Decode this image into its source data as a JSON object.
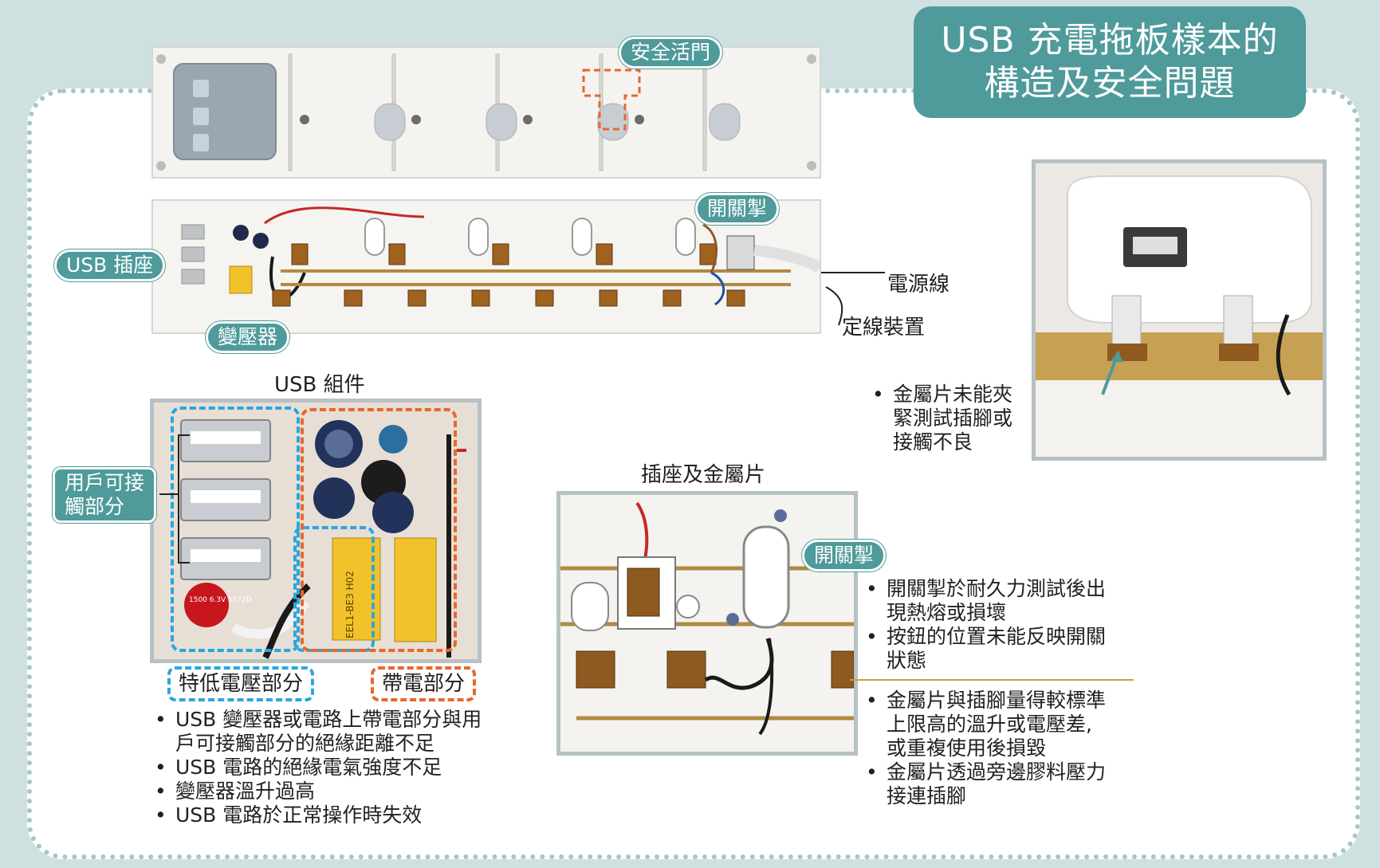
{
  "title": {
    "line1": "USB 充電拖板樣本的",
    "line2": "構造及安全問題"
  },
  "labels": {
    "safety_shutter": "安全活門",
    "switch_top": "開關掣",
    "usb_socket": "USB 插座",
    "transformer": "變壓器",
    "power_cord": "電源線",
    "cord_anchorage": "定線裝置",
    "usb_component_caption": "USB 組件",
    "user_accessible": "用戶可接\n觸部分",
    "user_accessible_l1": "用戶可接",
    "user_accessible_l2": "觸部分",
    "extra_low_voltage": "特低電壓部分",
    "live_part": "帶電部分",
    "socket_caption": "插座及金屬片",
    "switch_mid": "開關掣"
  },
  "usb_issues": [
    "USB 變壓器或電路上帶電部分與用\n戶可接觸部分的絕緣距離不足",
    "USB 電路的絕緣電氣強度不足",
    "變壓器溫升過高",
    "USB 電路於正常操作時失效"
  ],
  "usb_issue_1_l1": "USB 變壓器或電路上帶電部分與用",
  "usb_issue_1_l2": "戶可接觸部分的絕緣距離不足",
  "plug_issue": {
    "l1": "金屬片未能夾",
    "l2": "緊測試插腳或",
    "l3": "接觸不良"
  },
  "switch_issues": {
    "a1": "開關掣於耐久力測試後出",
    "a2": "現熱熔或損壞",
    "b1": "按鈕的位置未能反映開關",
    "b2": "狀態"
  },
  "metal_issues": {
    "a1": "金屬片與插腳量得較標準",
    "a2": "上限高的溫升或電壓差,",
    "a3": "或重複使用後損毀",
    "b1": "金屬片透過旁邊膠料壓力",
    "b2": "接連插腳"
  },
  "colors": {
    "teal": "#4f9a9a",
    "blue_dash": "#2ba6dc",
    "orange_dash": "#e8672d",
    "divider": "#c8a040"
  },
  "usb_board_prints": {
    "capacitor": "1500 6.3V 5572D",
    "transformer": "EEL1-BE3 H02"
  }
}
